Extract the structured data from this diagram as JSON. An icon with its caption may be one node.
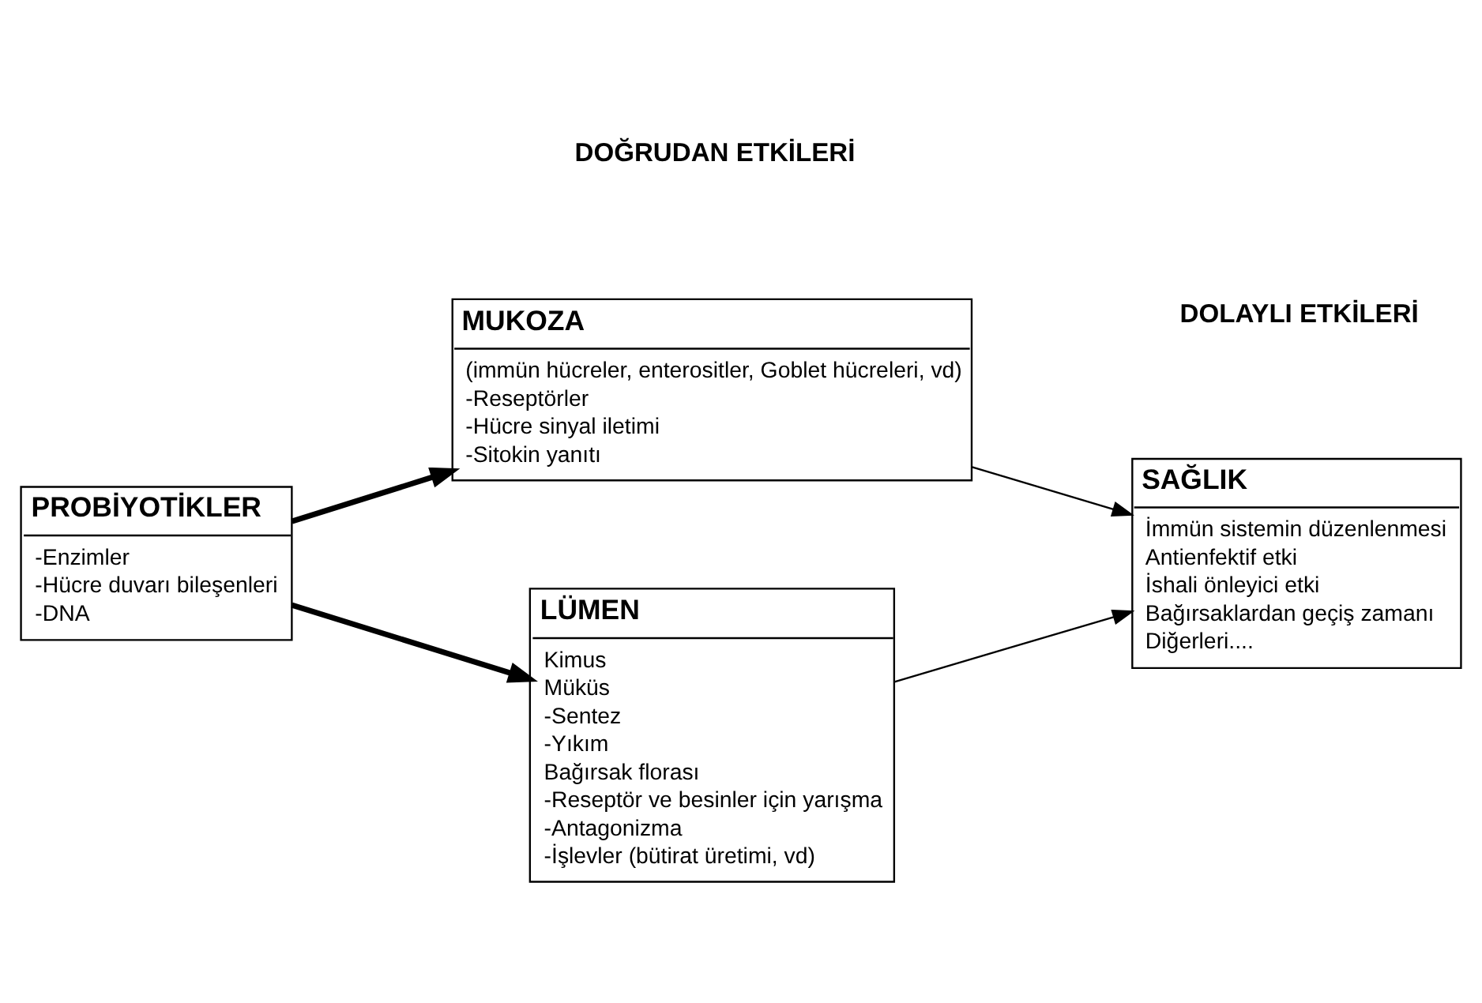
{
  "diagram": {
    "nodes": [
      {
        "text": [
          "PROBİYOTİKLER",
          "-Enzimler",
          "-Hücre duvarı bileşenleri",
          "-DNA"
        ]
      },
      {
        "text": [
          "MUKOZA",
          "(immün hücreler, enterositler, Goblet hücreleri, vd)",
          "-Reseptörler",
          "-Hücre sinyal iletimi",
          "-Sitokin yanıtı"
        ]
      },
      {
        "text": [
          "LÜMEN",
          "Kimus",
          "Müküs",
          "-Sentez",
          "-Yıkım",
          "Bağırsak florası",
          "-Reseptör ve besinler için yarışma",
          "-Antagonizma",
          "-İşlevler (bütirat üretimi, vd)"
        ]
      },
      {
        "text": [
          "SAĞLIK",
          "İmmün sistemin düzenlenmesi",
          "Antienfektif etki",
          "İshali önleyici etki",
          "Bağırsaklardan geçiş zamanı",
          "Diğerleri...."
        ]
      }
    ],
    "edges": [
      {
        "from": 0,
        "to": 1,
        "arrow": "to",
        "style": "thick"
      },
      {
        "from": 0,
        "to": 2,
        "arrow": "to",
        "style": "thick"
      },
      {
        "from": 1,
        "to": 3,
        "arrow": "to"
      },
      {
        "from": 2,
        "to": 3,
        "arrow": "to"
      }
    ],
    "labels": [
      "DOĞRUDAN ETKİLERİ",
      "DOLAYLI ETKİLERİ"
    ]
  }
}
